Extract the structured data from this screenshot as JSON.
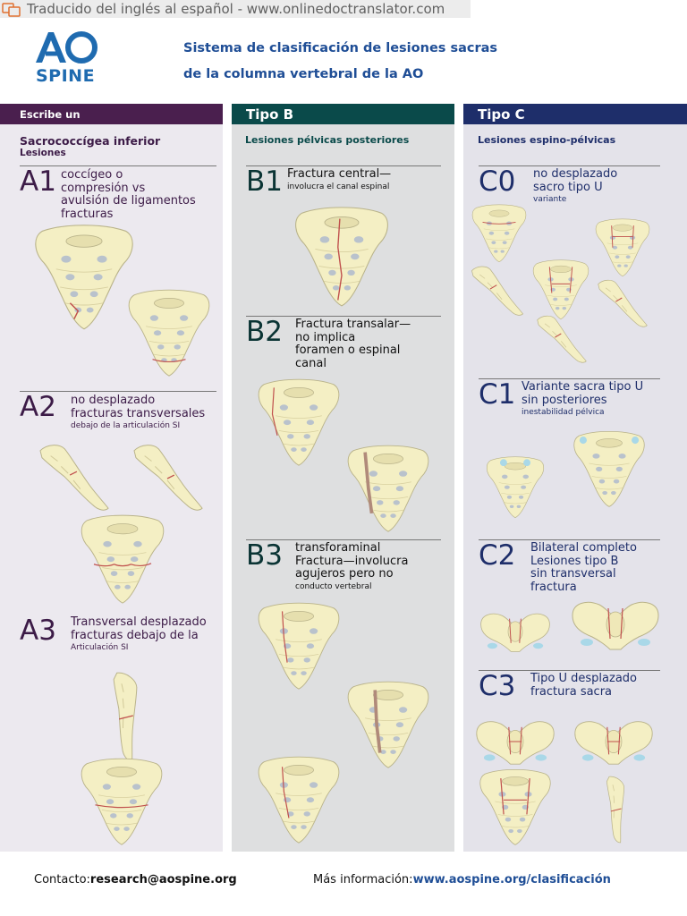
{
  "banner": {
    "text": "Traducido del inglés al español - www.onlinedoctranslator.com"
  },
  "logo": {
    "ao": "AO",
    "spine": "SPINE"
  },
  "title": {
    "line1": "Sistema de clasificación de lesiones sacras",
    "line2": "de la columna vertebral de la AO"
  },
  "columns": {
    "a": {
      "header": "Escribe un",
      "subtitle": "Sacrococcígea inferior",
      "subtitle2": "Lesiones",
      "entries": [
        {
          "code": "A1",
          "l1": "coccígeo o",
          "l2": "compresión vs",
          "l3": "avulsión de ligamentos",
          "l4": "fracturas"
        },
        {
          "code": "A2",
          "l1": "no desplazado",
          "l2": "fracturas transversales",
          "small": "debajo de la articulación SI"
        },
        {
          "code": "A3",
          "l1": "Transversal desplazado",
          "l2": "fracturas debajo de la",
          "small": "Articulación SI"
        }
      ]
    },
    "b": {
      "header": "Tipo B",
      "subtitle": "Lesiones pélvicas posteriores",
      "entries": [
        {
          "code": "B1",
          "l1": "Fractura central—",
          "small": "involucra el canal espinal"
        },
        {
          "code": "B2",
          "l1": "Fractura transalar—",
          "l2": "no implica",
          "l3": "foramen o espinal",
          "l4": "canal"
        },
        {
          "code": "B3",
          "l1": "transforaminal",
          "l2": "Fractura—involucra",
          "l3": "agujeros pero no",
          "small": "conducto vertebral"
        }
      ]
    },
    "c": {
      "header": "Tipo C",
      "subtitle": "Lesiones espino-pélvicas",
      "entries": [
        {
          "code": "C0",
          "l1": "no desplazado",
          "l2": "sacro tipo U",
          "small": "variante"
        },
        {
          "code": "C1",
          "l1": "Variante sacra tipo U",
          "l2": "sin posteriores",
          "small": "inestabilidad pélvica"
        },
        {
          "code": "C2",
          "l1": "Bilateral completo",
          "l2": "Lesiones tipo B",
          "l3": "sin transversal",
          "l4": "fractura"
        },
        {
          "code": "C3",
          "l1": "Tipo U desplazado",
          "l2": "fractura sacra"
        }
      ]
    }
  },
  "footer": {
    "contact_label": "Contacto:",
    "contact_value": "research@aospine.org",
    "info_label": "Más información:",
    "info_value": "www.aospine.org/clasificación"
  },
  "colors": {
    "type_a": "#4a1f4e",
    "type_b": "#0a4a4a",
    "type_c": "#1e2e6a",
    "bone": "#f4efc4",
    "fracture": "#c0504d",
    "brand_blue": "#1f6bb0"
  }
}
